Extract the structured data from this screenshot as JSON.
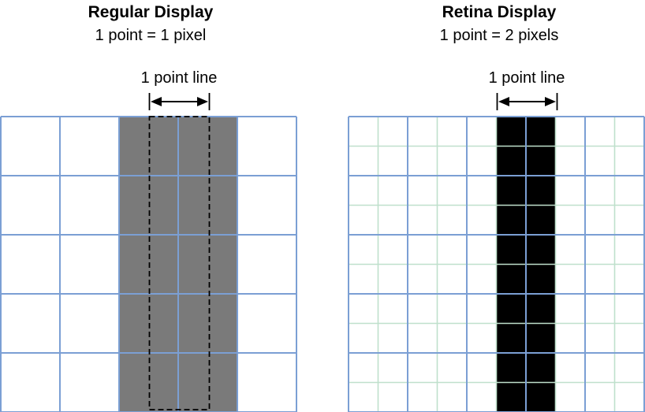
{
  "regular": {
    "title": "Regular Display",
    "subtitle": "1 point = 1 pixel",
    "line_label": "1 point line",
    "columns": 5,
    "rows": 5,
    "filled_columns": [
      2,
      3
    ]
  },
  "retina": {
    "title": "Retina Display",
    "subtitle": "1 point = 2 pixels",
    "line_label": "1 point line",
    "columns": 10,
    "rows": 10,
    "filled_columns": [
      5,
      6
    ]
  },
  "colors": {
    "major_grid": "#7b9fd4",
    "minor_grid": "#bfe0cc",
    "regular_fill": "#7a7a7a",
    "retina_fill": "#000000",
    "outline": "#000000"
  }
}
